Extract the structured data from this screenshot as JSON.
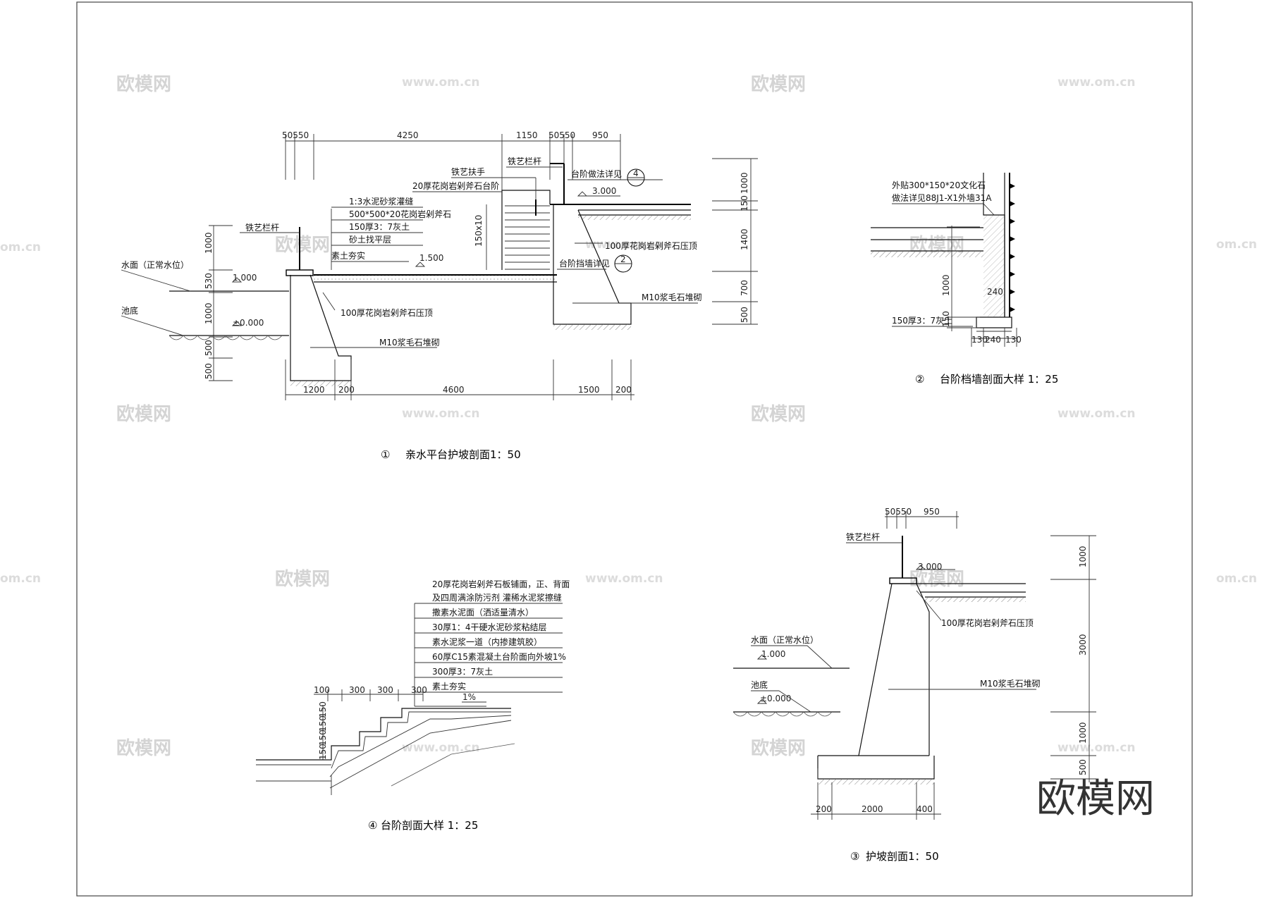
{
  "watermarks": {
    "brand": "欧模网",
    "url": "www.om.cn",
    "url_edge": "om.cn",
    "corner_brand": "欧模网"
  },
  "section1": {
    "title_no": "①",
    "title": "亲水平台护坡剖面1：50",
    "top_dims": [
      "50550",
      "4250",
      "1150",
      "50550",
      "950"
    ],
    "bottom_dims": [
      "1200",
      "200",
      "4600",
      "1500",
      "200"
    ],
    "left_dims": [
      "1000",
      "530",
      "1000",
      "500",
      "500"
    ],
    "right_dims": [
      "1000",
      "150",
      "1400",
      "700",
      "500"
    ],
    "step_dim": "150x10",
    "elev_water": "1.000",
    "elev_bottom": "±0.000",
    "elev_platform": "1.500",
    "elev_top": "3.000",
    "detail_ref_4": "4",
    "detail_ref_2": "2",
    "labels": {
      "railing_left": "铁艺栏杆",
      "water": "水面（正常水位）",
      "pool_bottom": "池底",
      "coping_100": "100厚花岗岩剁斧石压顶",
      "rubble": "M10浆毛石堆砌",
      "handrail": "铁艺扶手",
      "railing_top": "铁艺栏杆",
      "stair_20": "20厚花岗岩剁斧石台阶",
      "step_detail": "台阶做法详见",
      "layer1": "1:3水泥砂浆灌缝",
      "layer2": "500*500*20花岗岩剁斧石",
      "layer3": "150厚3：7灰土",
      "layer4": "砂土找平层",
      "layer5": "素土夯实",
      "coping_right": "100厚花岗岩剁斧石压顶",
      "retaining_detail": "台阶挡墙详见",
      "rubble_right": "M10浆毛石堆砌"
    }
  },
  "section2": {
    "title_no": "②",
    "title": "台阶档墙剖面大样 1：25",
    "note_line1": "外贴300*150*20文化石",
    "note_line2": "做法详见88J1-X1外墙31A",
    "dim_height": "1000",
    "dim_240": "240",
    "dim_foot": "150",
    "bottom_dims": [
      "130",
      "240",
      "130"
    ],
    "layer": "150厚3：7灰土"
  },
  "section3": {
    "title_no": "③",
    "title": "护坡剖面1：50",
    "top_dims": [
      "50550",
      "950"
    ],
    "right_dims": [
      "1000",
      "3000",
      "1000",
      "500"
    ],
    "bottom_dims": [
      "200",
      "2000",
      "400"
    ],
    "elev_top": "3.000",
    "elev_water": "1.000",
    "elev_bottom": "±0.000",
    "labels": {
      "railing": "铁艺栏杆",
      "coping": "100厚花岗岩剁斧石压顶",
      "water": "水面（正常水位）",
      "pool_bottom": "池底",
      "rubble": "M10浆毛石堆砌"
    }
  },
  "section4": {
    "title_no": "④",
    "title": "台阶剖面大样 1：25",
    "layers": [
      "20厚花岗岩剁斧石板铺面，正、背面",
      "及四周满涂防污剂 灌稀水泥浆擦缝",
      "撒素水泥面（洒适量清水）",
      "30厚1：4干硬水泥砂浆粘结层",
      "素水泥浆一道（内掺建筑胶）",
      "60厚C15素混凝土台阶面向外坡1%",
      "300厚3：7灰土",
      "素土夯实"
    ],
    "top_dims": [
      "100",
      "300",
      "300",
      "300"
    ],
    "left_dims": [
      "150",
      "150",
      "150",
      "150"
    ],
    "slope": "1%"
  }
}
